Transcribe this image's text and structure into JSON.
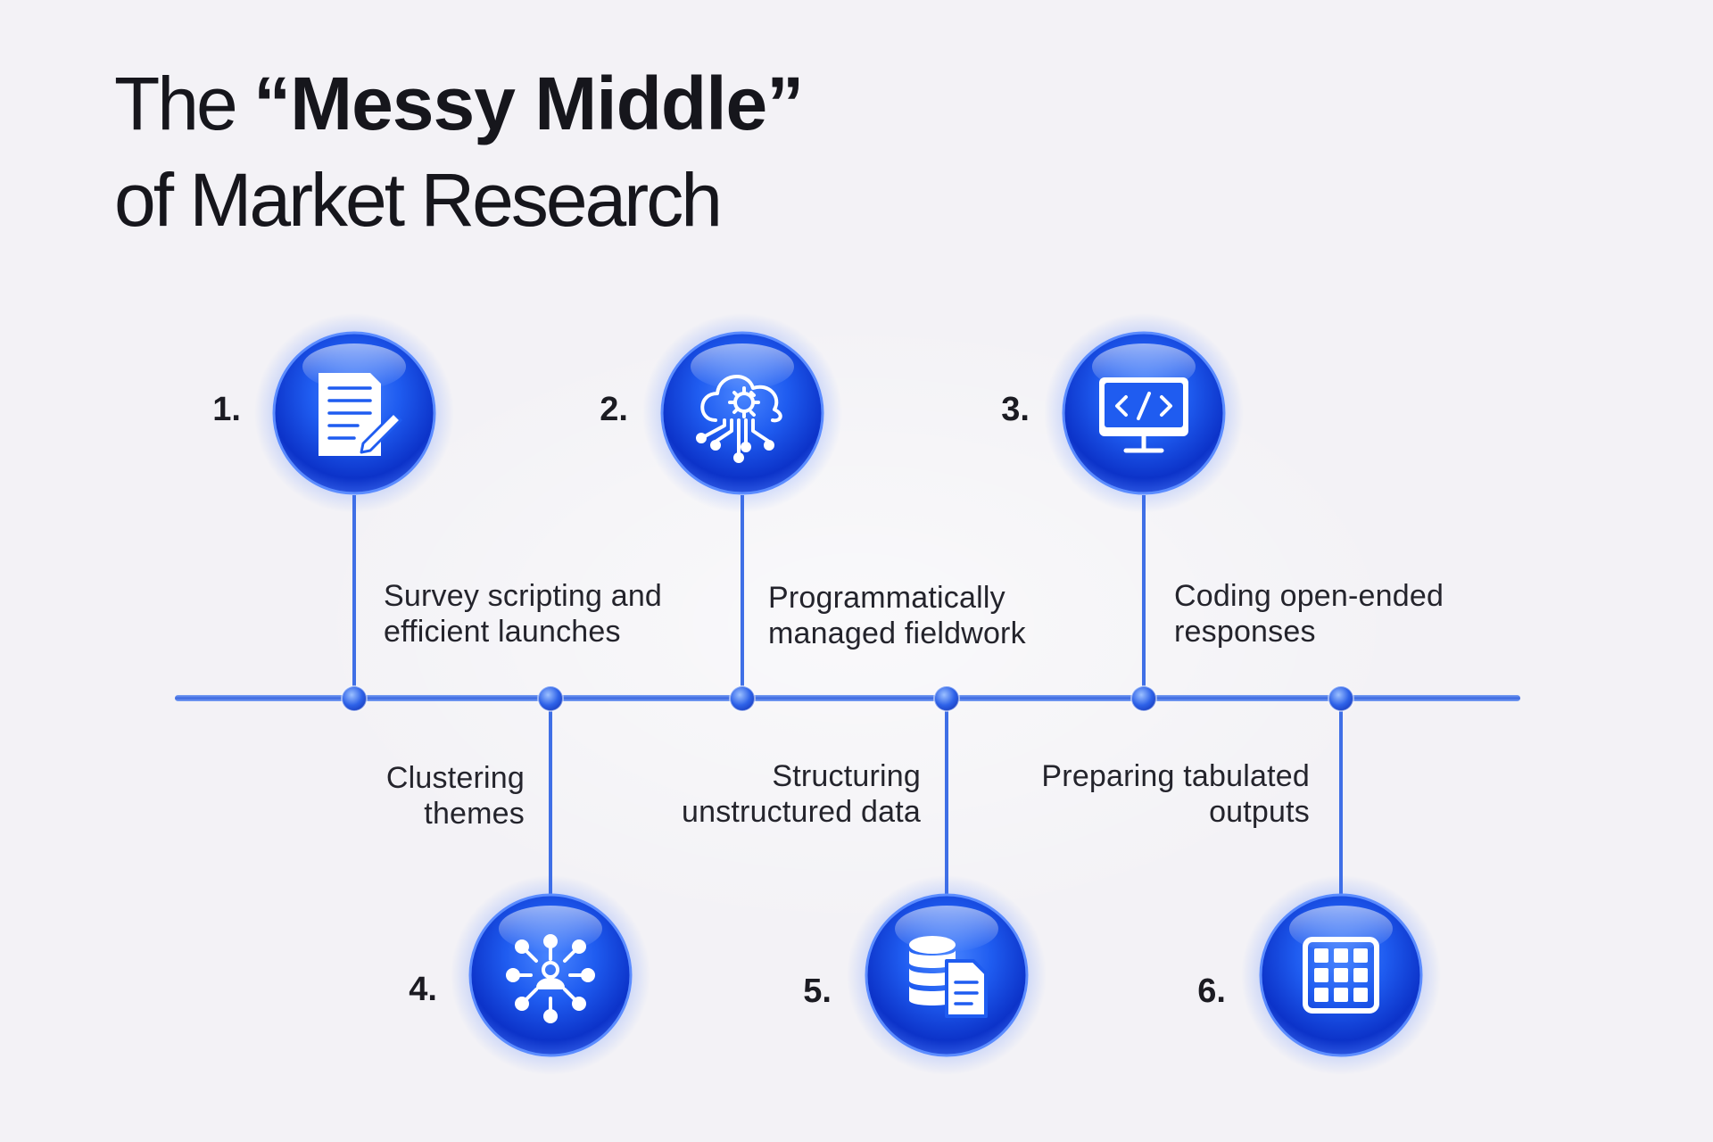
{
  "title": {
    "line1_prefix": "The ",
    "line1_bold": "“Messy Middle”",
    "line2": "of Market Research"
  },
  "steps": [
    {
      "number": "1.",
      "icon": "document-pen-icon",
      "lines": [
        "Survey scripting and",
        "efficient launches"
      ]
    },
    {
      "number": "2.",
      "icon": "cloud-network-gear-icon",
      "lines": [
        "Programmatically",
        "managed fieldwork"
      ]
    },
    {
      "number": "3.",
      "icon": "code-monitor-icon",
      "lines": [
        "Coding open-ended",
        "responses"
      ]
    },
    {
      "number": "4.",
      "icon": "person-cluster-icon",
      "lines": [
        "Clustering",
        "themes"
      ]
    },
    {
      "number": "5.",
      "icon": "database-document-icon",
      "lines": [
        "Structuring",
        "unstructured data"
      ]
    },
    {
      "number": "6.",
      "icon": "table-grid-icon",
      "lines": [
        "Preparing tabulated",
        "outputs"
      ]
    }
  ],
  "colors": {
    "accent": "#1f5cf0",
    "accent_dark": "#0a2fc2",
    "line": "#3f6fe6",
    "text": "#1c1c24",
    "background": "#f3f2f6"
  }
}
